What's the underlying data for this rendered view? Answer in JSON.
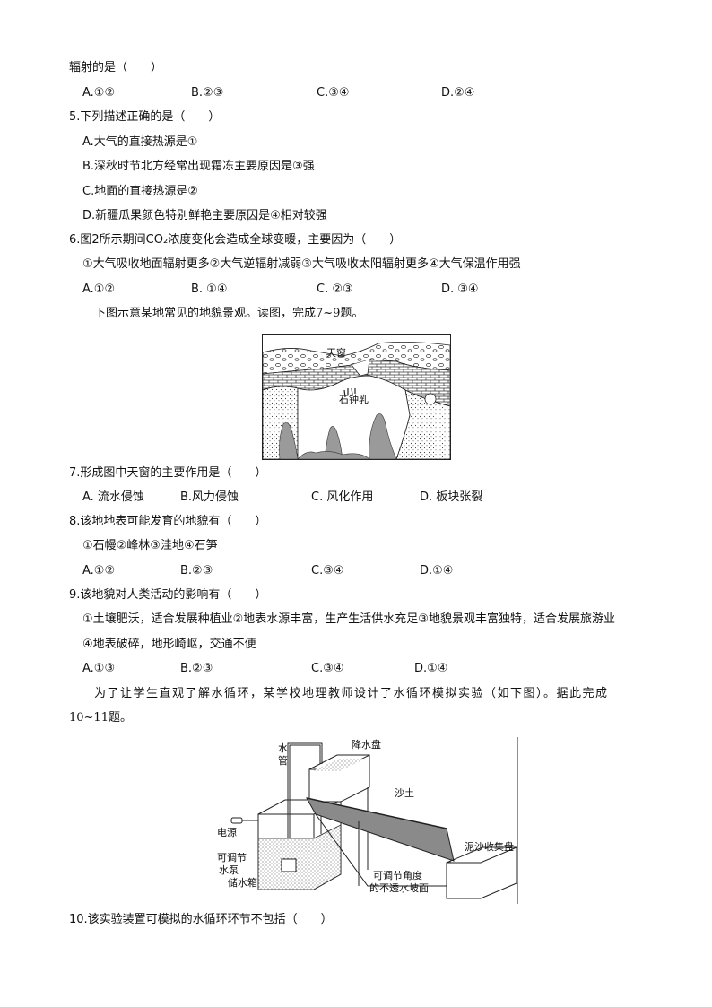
{
  "q4": {
    "stem_tail": "辐射的是（　　）",
    "options": [
      "A.①②",
      "B.②③",
      "C.③④",
      "D.②④"
    ]
  },
  "q5": {
    "stem": "5.下列描述正确的是（　　）",
    "options": [
      "A.大气的直接热源是①",
      "B.深秋时节北方经常出现霜冻主要原因是③强",
      "C.地面的直接热源是②",
      "D.新疆瓜果颜色特别鲜艳主要原因是④相对较强"
    ]
  },
  "q6": {
    "stem": "6.图2所示期间CO₂浓度变化会造成全球变暖，主要因为（　　）",
    "statement": "①大气吸收地面辐射更多②大气逆辐射减弱③大气吸收太阳辐射更多④大气保温作用强",
    "options": [
      "A.①②",
      "B.  ①④",
      "C.  ②③",
      "D.  ③④"
    ]
  },
  "intro_7_9": "下图示意某地常见的地貌景观。读图，完成7~9题。",
  "figure1": {
    "labels": {
      "skylight": "天窗",
      "stalactite": "石钟乳"
    }
  },
  "q7": {
    "stem": "7.形成图中天窗的主要作用是（　　）",
    "options": [
      "A.  流水侵蚀",
      "B.风力侵蚀",
      "C.  风化作用",
      "D.  板块张裂"
    ]
  },
  "q8": {
    "stem": "8.该地地表可能发育的地貌有（　　）",
    "statement": "①石幔②峰林③洼地④石笋",
    "options": [
      "A.①②",
      "B.②③",
      "C.③④",
      "D.①④"
    ]
  },
  "q9": {
    "stem": "9.该地貌对人类活动的影响有（　　）",
    "statement_1": "①土壤肥沃，适合发展种植业②地表水源丰富，生产生活供水充足③地貌景观丰富独特，适合发展旅游业",
    "statement_2": "④地表破碎，地形崎岖，交通不便",
    "options": [
      "A.①③",
      "B.②③",
      "C.③④",
      "D.①④"
    ]
  },
  "intro_10_11": {
    "line1": "为了让学生直观了解水循环，某学校地理教师设计了水循环模拟实验（如下图）。据此完成",
    "line2": "10~11题。"
  },
  "figure2": {
    "labels": {
      "pipe_1": "水",
      "pipe_2": "管",
      "rain_tray": "降水盘",
      "sand": "沙土",
      "power": "电源",
      "pump_1": "可调节",
      "pump_2": "水泵",
      "tank": "储水箱",
      "collector": "泥沙收集盘",
      "slope_1": "可调节角度",
      "slope_2": "的不透水坡面"
    }
  },
  "q10": {
    "stem": "10.该实验装置可模拟的水循环环节不包括（　　）"
  }
}
